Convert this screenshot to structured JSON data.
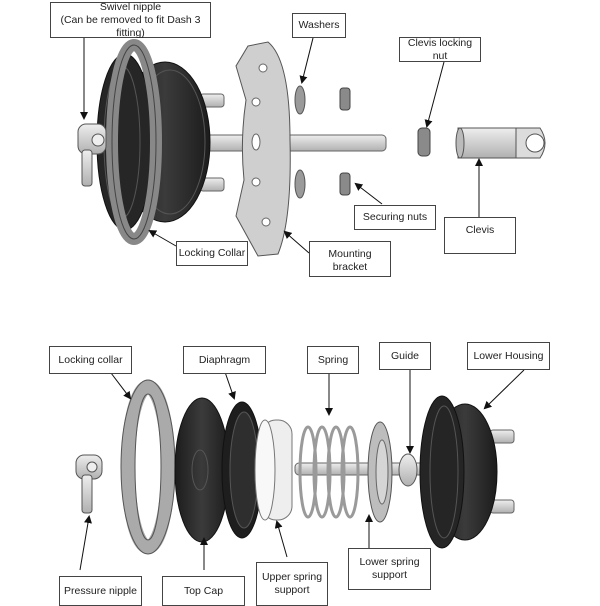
{
  "title": "Actuator exploded assembly diagram",
  "top_view": {
    "labels": {
      "swivel_nipple": "Swivel nipple",
      "swivel_nipple_note": "(Can be removed to fit Dash 3 fitting)",
      "washers": "Washers",
      "clevis_locking_nut": "Clevis locking nut",
      "securing_nuts": "Securing nuts",
      "clevis": "Clevis",
      "locking_collar": "Locking Collar",
      "mounting_bracket": "Mounting bracket"
    }
  },
  "bottom_view": {
    "labels": {
      "locking_collar": "Locking collar",
      "diaphragm": "Diaphragm",
      "spring": "Spring",
      "guide": "Guide",
      "lower_housing": "Lower Housing",
      "pressure_nipple": "Pressure nipple",
      "top_cap": "Top Cap",
      "upper_spring_support": "Upper spring support",
      "lower_spring_support": "Lower spring support"
    }
  },
  "colors": {
    "rubber": "#2b2b2b",
    "metal_light": "#d9d9d9",
    "metal_mid": "#b5b5b5",
    "outline": "#444444"
  }
}
